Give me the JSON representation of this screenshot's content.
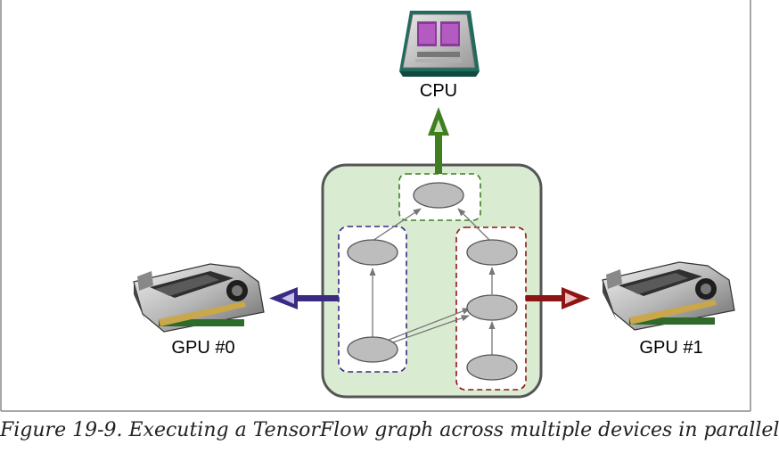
{
  "devices": {
    "cpu": {
      "label": "CPU",
      "icon": "cpu-chip-icon"
    },
    "gpu0": {
      "label": "GPU #0",
      "icon": "graphics-card-icon"
    },
    "gpu1": {
      "label": "GPU #1",
      "icon": "graphics-card-icon"
    }
  },
  "caption": "Figure 19-9. Executing a TensorFlow graph across multiple devices in parallel",
  "colors": {
    "graph_background": "#d9ecd2",
    "graph_border": "#555555",
    "cpu_partition": "#3f7f1f",
    "gpu0_partition": "#3b2a84",
    "gpu1_partition": "#8f1414",
    "node_fill": "#bdbdbd"
  }
}
